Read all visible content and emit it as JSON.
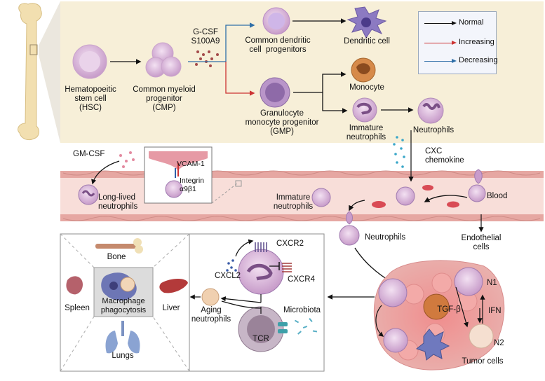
{
  "colors": {
    "panel_bg": "#f7efd8",
    "vessel": "#f1c7bd",
    "cell_purple": "#c7a0c7",
    "normal_arrow": "#111111",
    "increasing_arrow": "#cc3333",
    "decreasing_arrow": "#2f6fa8"
  },
  "legend": {
    "normal": "Normal",
    "increasing": "Increasing",
    "decreasing": "Decreasing"
  },
  "bone_marrow": {
    "hsc": "Hematopoeitic\nstem cell\n(HSC)",
    "cmp": "Common myeloid\nprogenitor\n(CMP)",
    "signals": "G-CSF\nS100A9",
    "cdp": "Common dendritic\ncell  progenitors",
    "dendritic": "Dendritic cell",
    "gmp": "Granulocyte\nmonocyte progenitor\n(GMP)",
    "monocyte": "Monocyte",
    "immature": "Immature\nneutrophils",
    "neutrophils": "Neutrophils"
  },
  "blood": {
    "gm_csf": "GM-CSF",
    "vcam": "VCAM-1",
    "integrin": "Integrin\nα9β1",
    "long_lived": "Long-lived\nneutrophils",
    "cxc": "CXC\nchemokine",
    "immature": "Immature\nneutrophils",
    "blood": "Blood",
    "neutrophils": "Neutrophils",
    "endothelial": "Endothelial\ncells"
  },
  "clearance": {
    "bone": "Bone",
    "macrophage": "Macrophage\nphagocytosis",
    "spleen": "Spleen",
    "liver": "Liver",
    "lungs": "Lungs",
    "cxcr2": "CXCR2",
    "cxcl2": "CXCL2",
    "cxcr4": "CXCR4",
    "aging": "Aging\nneutrophils",
    "microbiota": "Microbiota",
    "tcr": "TCR"
  },
  "tumor": {
    "n1": "N1",
    "tgf": "TGF-β",
    "ifn": "IFN",
    "n2": "N2",
    "tumor_cells": "Tumor cells"
  }
}
